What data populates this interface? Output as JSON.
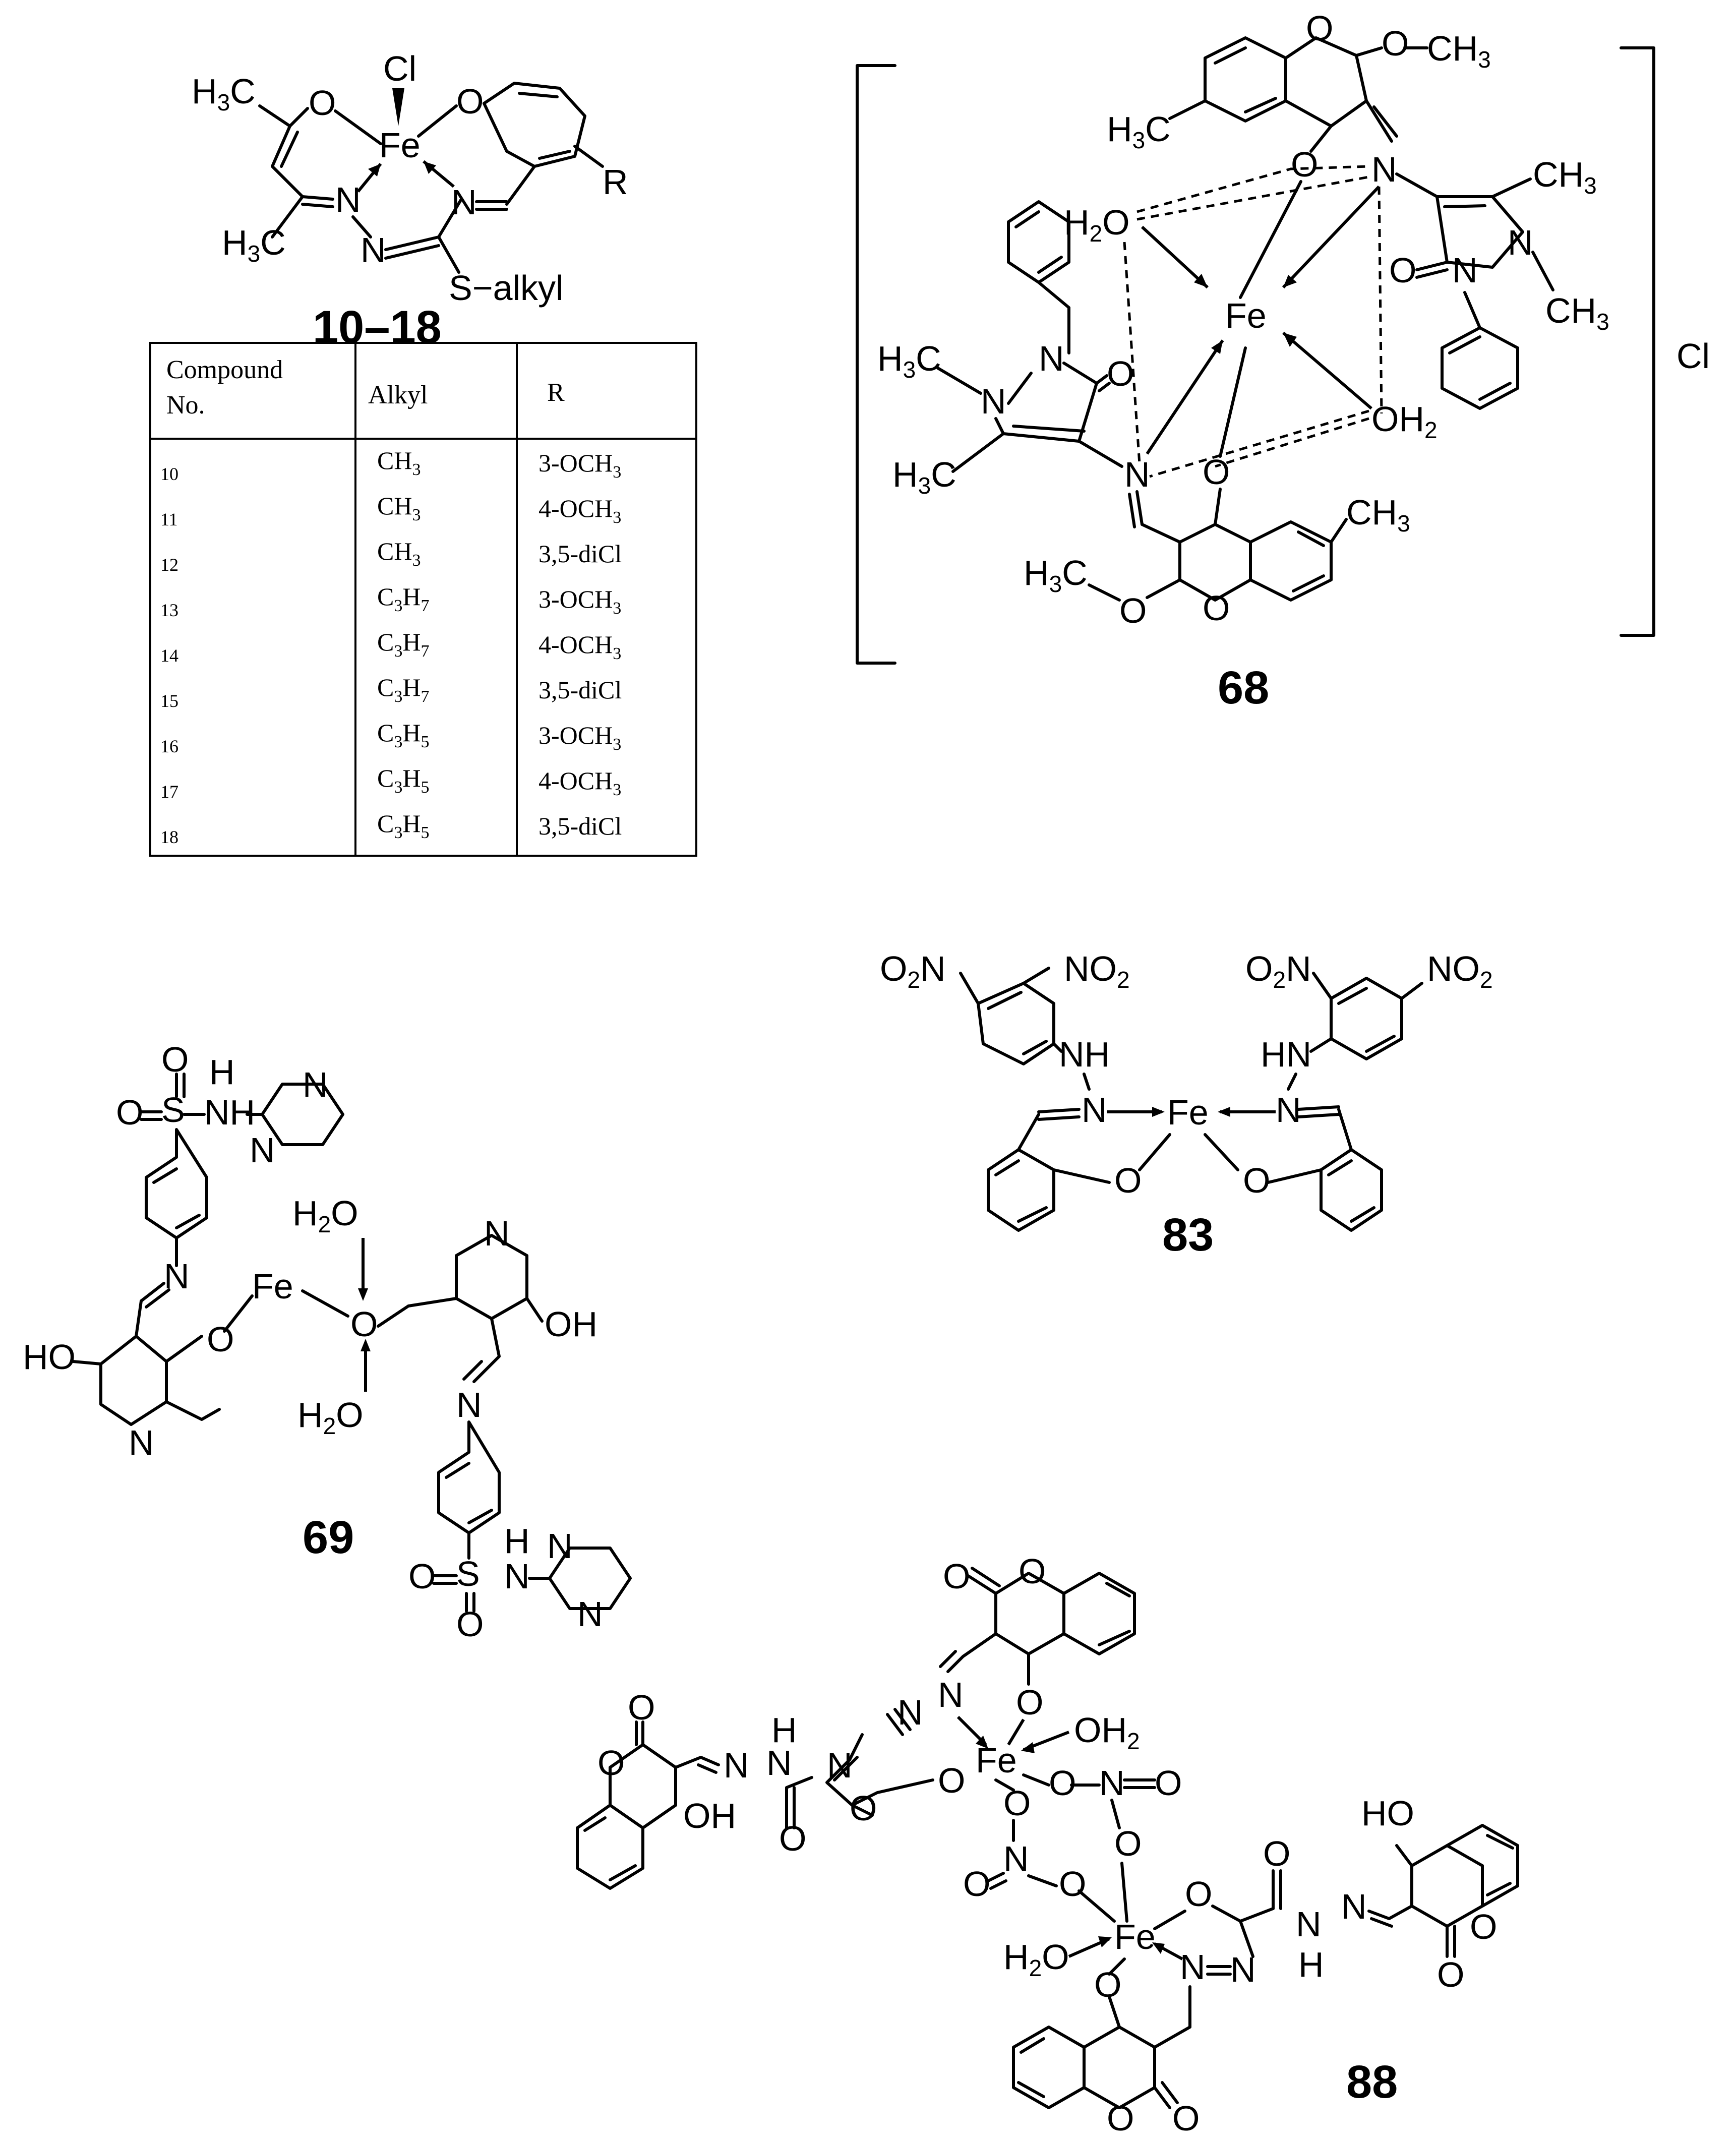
{
  "compounds": {
    "c10_18": {
      "label": "10–18"
    },
    "c68": {
      "label": "68",
      "counter_ion": "Cl"
    },
    "c69": {
      "label": "69"
    },
    "c83": {
      "label": "83"
    },
    "c88": {
      "label": "88"
    }
  },
  "table": {
    "headers": {
      "compound_no_line1": "Compound",
      "compound_no_line2": "No.",
      "alkyl": "Alkyl",
      "r": "R"
    },
    "rows": [
      {
        "no": "10",
        "alkyl": "CH3",
        "alkyl_base": "CH",
        "alkyl_sub": "3",
        "alkyl_rest": "",
        "alkyl_rest_sub": "",
        "r": "3-OCH3",
        "r_base": "3-OCH",
        "r_sub": "3"
      },
      {
        "no": "11",
        "alkyl": "CH3",
        "alkyl_base": "CH",
        "alkyl_sub": "3",
        "alkyl_rest": "",
        "alkyl_rest_sub": "",
        "r": "4-OCH3",
        "r_base": "4-OCH",
        "r_sub": "3"
      },
      {
        "no": "12",
        "alkyl": "CH3",
        "alkyl_base": "CH",
        "alkyl_sub": "3",
        "alkyl_rest": "",
        "alkyl_rest_sub": "",
        "r": "3,5-diCl",
        "r_base": "3,5-diCl",
        "r_sub": ""
      },
      {
        "no": "13",
        "alkyl": "C3H7",
        "alkyl_base": "C",
        "alkyl_sub": "3",
        "alkyl_rest": "H",
        "alkyl_rest_sub": "7",
        "r": "3-OCH3",
        "r_base": "3-OCH",
        "r_sub": "3"
      },
      {
        "no": "14",
        "alkyl": "C3H7",
        "alkyl_base": "C",
        "alkyl_sub": "3",
        "alkyl_rest": "H",
        "alkyl_rest_sub": "7",
        "r": "4-OCH3",
        "r_base": "4-OCH",
        "r_sub": "3"
      },
      {
        "no": "15",
        "alkyl": "C3H7",
        "alkyl_base": "C",
        "alkyl_sub": "3",
        "alkyl_rest": "H",
        "alkyl_rest_sub": "7",
        "r": "3,5-diCl",
        "r_base": "3,5-diCl",
        "r_sub": ""
      },
      {
        "no": "16",
        "alkyl": "C3H5",
        "alkyl_base": "C",
        "alkyl_sub": "3",
        "alkyl_rest": "H",
        "alkyl_rest_sub": "5",
        "r": "3-OCH3",
        "r_base": "3-OCH",
        "r_sub": "3"
      },
      {
        "no": "17",
        "alkyl": "C3H5",
        "alkyl_base": "C",
        "alkyl_sub": "3",
        "alkyl_rest": "H",
        "alkyl_rest_sub": "5",
        "r": "4-OCH3",
        "r_base": "4-OCH",
        "r_sub": "3"
      },
      {
        "no": "18",
        "alkyl": "C3H5",
        "alkyl_base": "C",
        "alkyl_sub": "3",
        "alkyl_rest": "H",
        "alkyl_rest_sub": "5",
        "r": "3,5-diCl",
        "r_base": "3,5-diCl",
        "r_sub": ""
      }
    ]
  },
  "atoms": {
    "fe": "Fe",
    "cl": "Cl",
    "o": "O",
    "n": "N",
    "s": "S",
    "r": "R",
    "h": "H",
    "ch": "CH",
    "h3c_h": "H",
    "h3c_c": "C",
    "three": "3",
    "two": "2",
    "s_alkyl": "S−alkyl",
    "nh": "NH",
    "hn": "HN",
    "ho": "HO",
    "oh": "OH",
    "no2_no": "NO",
    "no2_o": "O",
    "n_o2_n": "N",
    "oh2_oh": "OH",
    "h2o_h": "H",
    "h2o_o": "O"
  }
}
